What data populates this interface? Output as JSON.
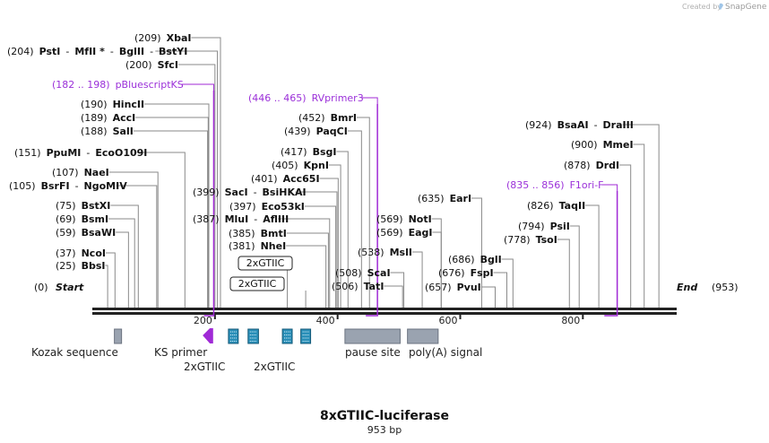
{
  "credit": {
    "prefix": "Created by",
    "brand": "SnapGene"
  },
  "title": "8xGTIIC-luciferase",
  "subtitle": "953 bp",
  "sequence": {
    "length": 953
  },
  "ends": [
    {
      "pos": "(0)",
      "name": "Start"
    },
    {
      "pos": "(953)",
      "name": "End"
    }
  ],
  "ticks": [
    {
      "value": 200,
      "label": "200"
    },
    {
      "value": 400,
      "label": "400"
    },
    {
      "value": 600,
      "label": "600"
    },
    {
      "value": 800,
      "label": "800"
    }
  ],
  "sites": [
    {
      "pos": 25,
      "pos_label": "(25)",
      "names": [
        "BbsI"
      ]
    },
    {
      "pos": 37,
      "pos_label": "(37)",
      "names": [
        "NcoI"
      ]
    },
    {
      "pos": 59,
      "pos_label": "(59)",
      "names": [
        "BsaWI"
      ]
    },
    {
      "pos": 69,
      "pos_label": "(69)",
      "names": [
        "BsmI"
      ]
    },
    {
      "pos": 75,
      "pos_label": "(75)",
      "names": [
        "BstXI"
      ]
    },
    {
      "pos": 105,
      "pos_label": "(105)",
      "names": [
        "BsrFI",
        "NgoMIV"
      ]
    },
    {
      "pos": 107,
      "pos_label": "(107)",
      "names": [
        "NaeI"
      ]
    },
    {
      "pos": 151,
      "pos_label": "(151)",
      "names": [
        "PpuMI",
        "EcoO109I"
      ]
    },
    {
      "pos": 188,
      "pos_label": "(188)",
      "names": [
        "SalI"
      ]
    },
    {
      "pos": 189,
      "pos_label": "(189)",
      "names": [
        "AccI"
      ]
    },
    {
      "pos": 190,
      "pos_label": "(190)",
      "names": [
        "HincII"
      ]
    },
    {
      "pos": 200,
      "pos_label": "(200)",
      "names": [
        "SfcI"
      ]
    },
    {
      "pos": 204,
      "pos_label": "(204)",
      "names": [
        "PstI",
        "MfII *",
        "BglII",
        "BstYI"
      ]
    },
    {
      "pos": 209,
      "pos_label": "(209)",
      "names": [
        "XbaI"
      ]
    },
    {
      "pos": 381,
      "pos_label": "(381)",
      "names": [
        "NheI"
      ]
    },
    {
      "pos": 385,
      "pos_label": "(385)",
      "names": [
        "BmtI"
      ]
    },
    {
      "pos": 387,
      "pos_label": "(387)",
      "names": [
        "MluI",
        "AflIII"
      ]
    },
    {
      "pos": 397,
      "pos_label": "(397)",
      "names": [
        "Eco53kI"
      ]
    },
    {
      "pos": 399,
      "pos_label": "(399)",
      "names": [
        "SacI",
        "BsiHKAI"
      ]
    },
    {
      "pos": 401,
      "pos_label": "(401)",
      "names": [
        "Acc65I"
      ]
    },
    {
      "pos": 405,
      "pos_label": "(405)",
      "names": [
        "KpnI"
      ]
    },
    {
      "pos": 417,
      "pos_label": "(417)",
      "names": [
        "BsgI"
      ]
    },
    {
      "pos": 439,
      "pos_label": "(439)",
      "names": [
        "PaqCI"
      ]
    },
    {
      "pos": 452,
      "pos_label": "(452)",
      "names": [
        "BmrI"
      ]
    },
    {
      "pos": 506,
      "pos_label": "(506)",
      "names": [
        "TatI"
      ]
    },
    {
      "pos": 508,
      "pos_label": "(508)",
      "names": [
        "ScaI"
      ]
    },
    {
      "pos": 538,
      "pos_label": "(538)",
      "names": [
        "MslI"
      ]
    },
    {
      "pos": 569,
      "pos_label": "(569)",
      "names": [
        "EagI"
      ]
    },
    {
      "pos": 569,
      "pos_label": "(569)",
      "names": [
        "NotI"
      ]
    },
    {
      "pos": 635,
      "pos_label": "(635)",
      "names": [
        "EarI"
      ]
    },
    {
      "pos": 657,
      "pos_label": "(657)",
      "names": [
        "PvuI"
      ]
    },
    {
      "pos": 676,
      "pos_label": "(676)",
      "names": [
        "FspI"
      ]
    },
    {
      "pos": 686,
      "pos_label": "(686)",
      "names": [
        "BglI"
      ]
    },
    {
      "pos": 778,
      "pos_label": "(778)",
      "names": [
        "TsoI"
      ]
    },
    {
      "pos": 794,
      "pos_label": "(794)",
      "names": [
        "PsiI"
      ]
    },
    {
      "pos": 826,
      "pos_label": "(826)",
      "names": [
        "TaqII"
      ]
    },
    {
      "pos": 878,
      "pos_label": "(878)",
      "names": [
        "DrdI"
      ]
    },
    {
      "pos": 900,
      "pos_label": "(900)",
      "names": [
        "MmeI"
      ]
    },
    {
      "pos": 924,
      "pos_label": "(924)",
      "names": [
        "BsaAI",
        "DraIII"
      ]
    }
  ],
  "primers": [
    {
      "range": "(182 .. 198)",
      "name": "pBluescriptKS",
      "start": 182,
      "end": 198
    },
    {
      "range": "(446 .. 465)",
      "name": "RVprimer3",
      "start": 446,
      "end": 465
    },
    {
      "range": "(835 .. 856)",
      "name": "F1ori-F",
      "start": 835,
      "end": 856
    }
  ],
  "repeat_labels": [
    {
      "text": "2xGTIIC",
      "pos": 318
    },
    {
      "text": "2xGTIIC",
      "pos": 348
    }
  ],
  "features": [
    {
      "label": "Kozak sequence",
      "type": "misc",
      "start": 36,
      "end": 46,
      "color": "#9aa3b0"
    },
    {
      "label": "KS primer",
      "type": "primer-arrow",
      "start": 180,
      "end": 197,
      "color": "#a02ad6"
    },
    {
      "label": "2xGTIIC",
      "type": "repeat",
      "start": 222,
      "end": 238,
      "color": "#2a8fb8"
    },
    {
      "label": "2xGTIIC",
      "type": "repeat",
      "start": 254,
      "end": 271,
      "color": "#2a8fb8"
    },
    {
      "label": "",
      "type": "repeat",
      "start": 310,
      "end": 326,
      "color": "#2a8fb8"
    },
    {
      "label": "",
      "type": "repeat",
      "start": 340,
      "end": 356,
      "color": "#2a8fb8"
    },
    {
      "label": "pause site",
      "type": "misc",
      "start": 412,
      "end": 502,
      "color": "#9aa3b0"
    },
    {
      "label": "poly(A) signal",
      "type": "misc",
      "start": 514,
      "end": 564,
      "color": "#9aa3b0"
    }
  ]
}
